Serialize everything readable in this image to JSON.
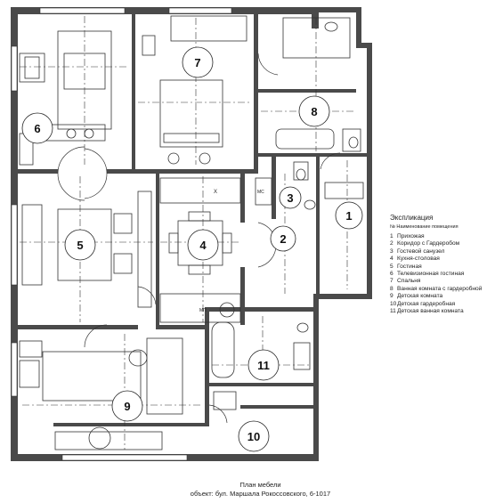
{
  "legend": {
    "title": "Экспликация",
    "header": "№  Наименование помещения",
    "items": [
      {
        "num": "1",
        "name": "Прихожая"
      },
      {
        "num": "2",
        "name": "Коридор с Гардеробом"
      },
      {
        "num": "3",
        "name": "Гостевой санузел"
      },
      {
        "num": "4",
        "name": "Кухня-столовая"
      },
      {
        "num": "5",
        "name": "Гостиная"
      },
      {
        "num": "6",
        "name": "Телевизионная гостиная"
      },
      {
        "num": "7",
        "name": "Спальня"
      },
      {
        "num": "8",
        "name": "Ванная комната с гардеробной"
      },
      {
        "num": "9",
        "name": "Детская комната"
      },
      {
        "num": "10",
        "name": "Детская гардеробная"
      },
      {
        "num": "11",
        "name": "Детская ванная комната"
      }
    ]
  },
  "room_markers": {
    "r1": "1",
    "r2": "2",
    "r3": "3",
    "r4": "4",
    "r5": "5",
    "r6": "6",
    "r7": "7",
    "r8": "8",
    "r9": "9",
    "r10": "10",
    "r11": "11"
  },
  "labels": {
    "kitchen_x": "Х",
    "washer": "МС",
    "microwave": "МП"
  },
  "caption": {
    "line1": "План мебели",
    "line2": "объект: бул. Маршала Рокоссовского, 6-1017"
  }
}
